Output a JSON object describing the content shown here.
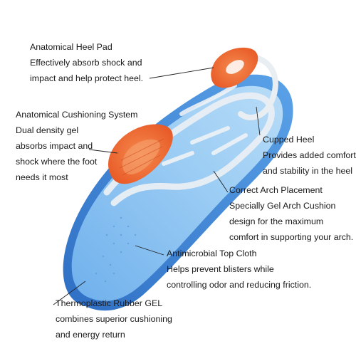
{
  "callouts": {
    "heel_pad": [
      "Anatomical Heel Pad",
      "Effectively absorb shock and",
      "impact and help protect heel."
    ],
    "cushioning": [
      "Anatomical Cushioning System",
      "Dual density gel",
      "absorbs impact and",
      "shock where the foot",
      "needs it most"
    ],
    "cupped_heel": [
      "Cupped Heel",
      "Provides added comfort",
      "and stability in the heel"
    ],
    "arch": [
      "Correct Arch Placement",
      "Specially Gel Arch Cushion",
      "design for the maximum",
      "comfort in supporting your arch."
    ],
    "top_cloth": [
      "Antimicrobial Top Cloth",
      "Helps prevent blisters while",
      "controlling odor and reducing friction."
    ],
    "rubber_gel": [
      "Thermoplastic Rubber GEL",
      "combines superior cushioning",
      "and energy return"
    ]
  },
  "colors": {
    "insole_blue": "#3f86d9",
    "insole_light": "#8fc3f0",
    "gel_orange": "#f26a35",
    "frame_white": "#e9eef3"
  }
}
